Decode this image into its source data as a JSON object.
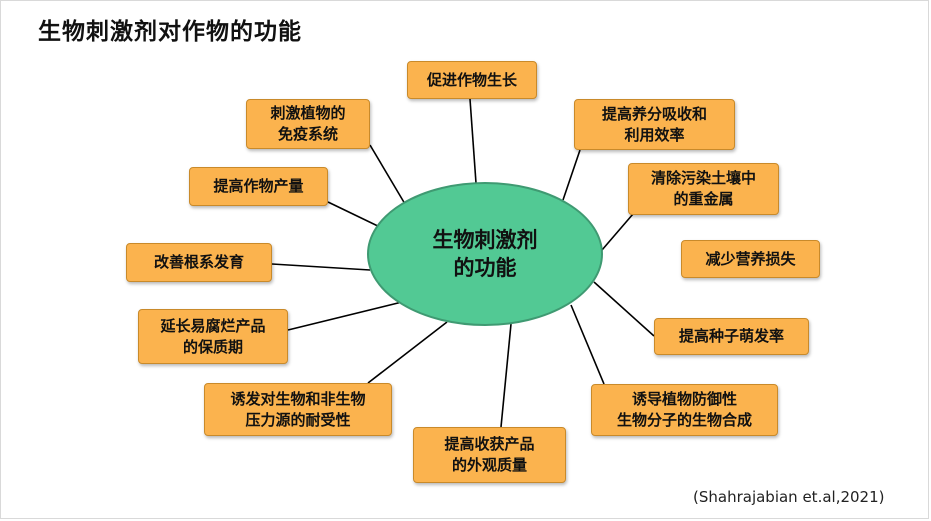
{
  "title": "生物刺激剂对作物的功能",
  "center": {
    "line1": "生物刺激剂",
    "line2": "的功能"
  },
  "functions": [
    {
      "id": "promote-growth",
      "lines": [
        "促进作物生长"
      ]
    },
    {
      "id": "nutrient-uptake",
      "lines": [
        "提高养分吸收和",
        "利用效率"
      ]
    },
    {
      "id": "heavy-metal",
      "lines": [
        "清除污染土壤中",
        "的重金属"
      ]
    },
    {
      "id": "nutrient-loss",
      "lines": [
        "减少营养损失"
      ]
    },
    {
      "id": "germination",
      "lines": [
        "提高种子萌发率"
      ]
    },
    {
      "id": "defense-molecules",
      "lines": [
        "诱导植物防御性",
        "生物分子的生物合成"
      ]
    },
    {
      "id": "harvest-quality",
      "lines": [
        "提高收获产品",
        "的外观质量"
      ]
    },
    {
      "id": "stress-tolerance",
      "lines": [
        "诱发对生物和非生物",
        "压力源的耐受性"
      ]
    },
    {
      "id": "shelf-life",
      "lines": [
        "延长易腐烂产品",
        "的保质期"
      ]
    },
    {
      "id": "root-development",
      "lines": [
        "改善根系发育"
      ]
    },
    {
      "id": "yield",
      "lines": [
        "提高作物产量"
      ]
    },
    {
      "id": "immunity",
      "lines": [
        "刺激植物的",
        "免疫系统"
      ]
    }
  ],
  "citation": "(Shahrajabian et.al,2021)",
  "colors": {
    "center_fill": "#52c994",
    "center_stroke": "#3f9a72",
    "node_fill": "#fbb34e",
    "node_border": "#c98a2a",
    "link": "#000000"
  }
}
